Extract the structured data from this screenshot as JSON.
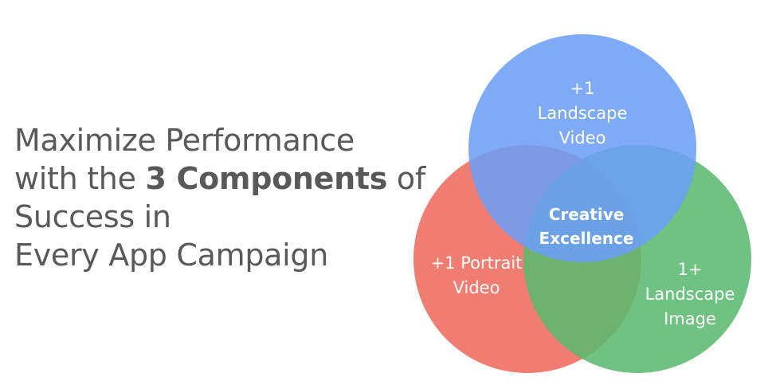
{
  "headline": {
    "line1": "Maximize Performance",
    "line2_pre": "with the ",
    "line2_bold": "3 Components",
    "line2_post": " of",
    "line3": "Success in",
    "line4": "Every App Campaign"
  },
  "venn": {
    "colors": {
      "blue": "#6d9ef5",
      "red": "#ee6b5f",
      "green": "#5bba6f"
    },
    "top_circle": {
      "line1": "+1",
      "line2": "Landscape",
      "line3": "Video"
    },
    "left_circle": {
      "line1": "+1 Portrait",
      "line2": "Video"
    },
    "right_circle": {
      "line1": "1+",
      "line2": "Landscape",
      "line3": "Image"
    },
    "center": {
      "line1": "Creative",
      "line2": "Excellence"
    }
  }
}
